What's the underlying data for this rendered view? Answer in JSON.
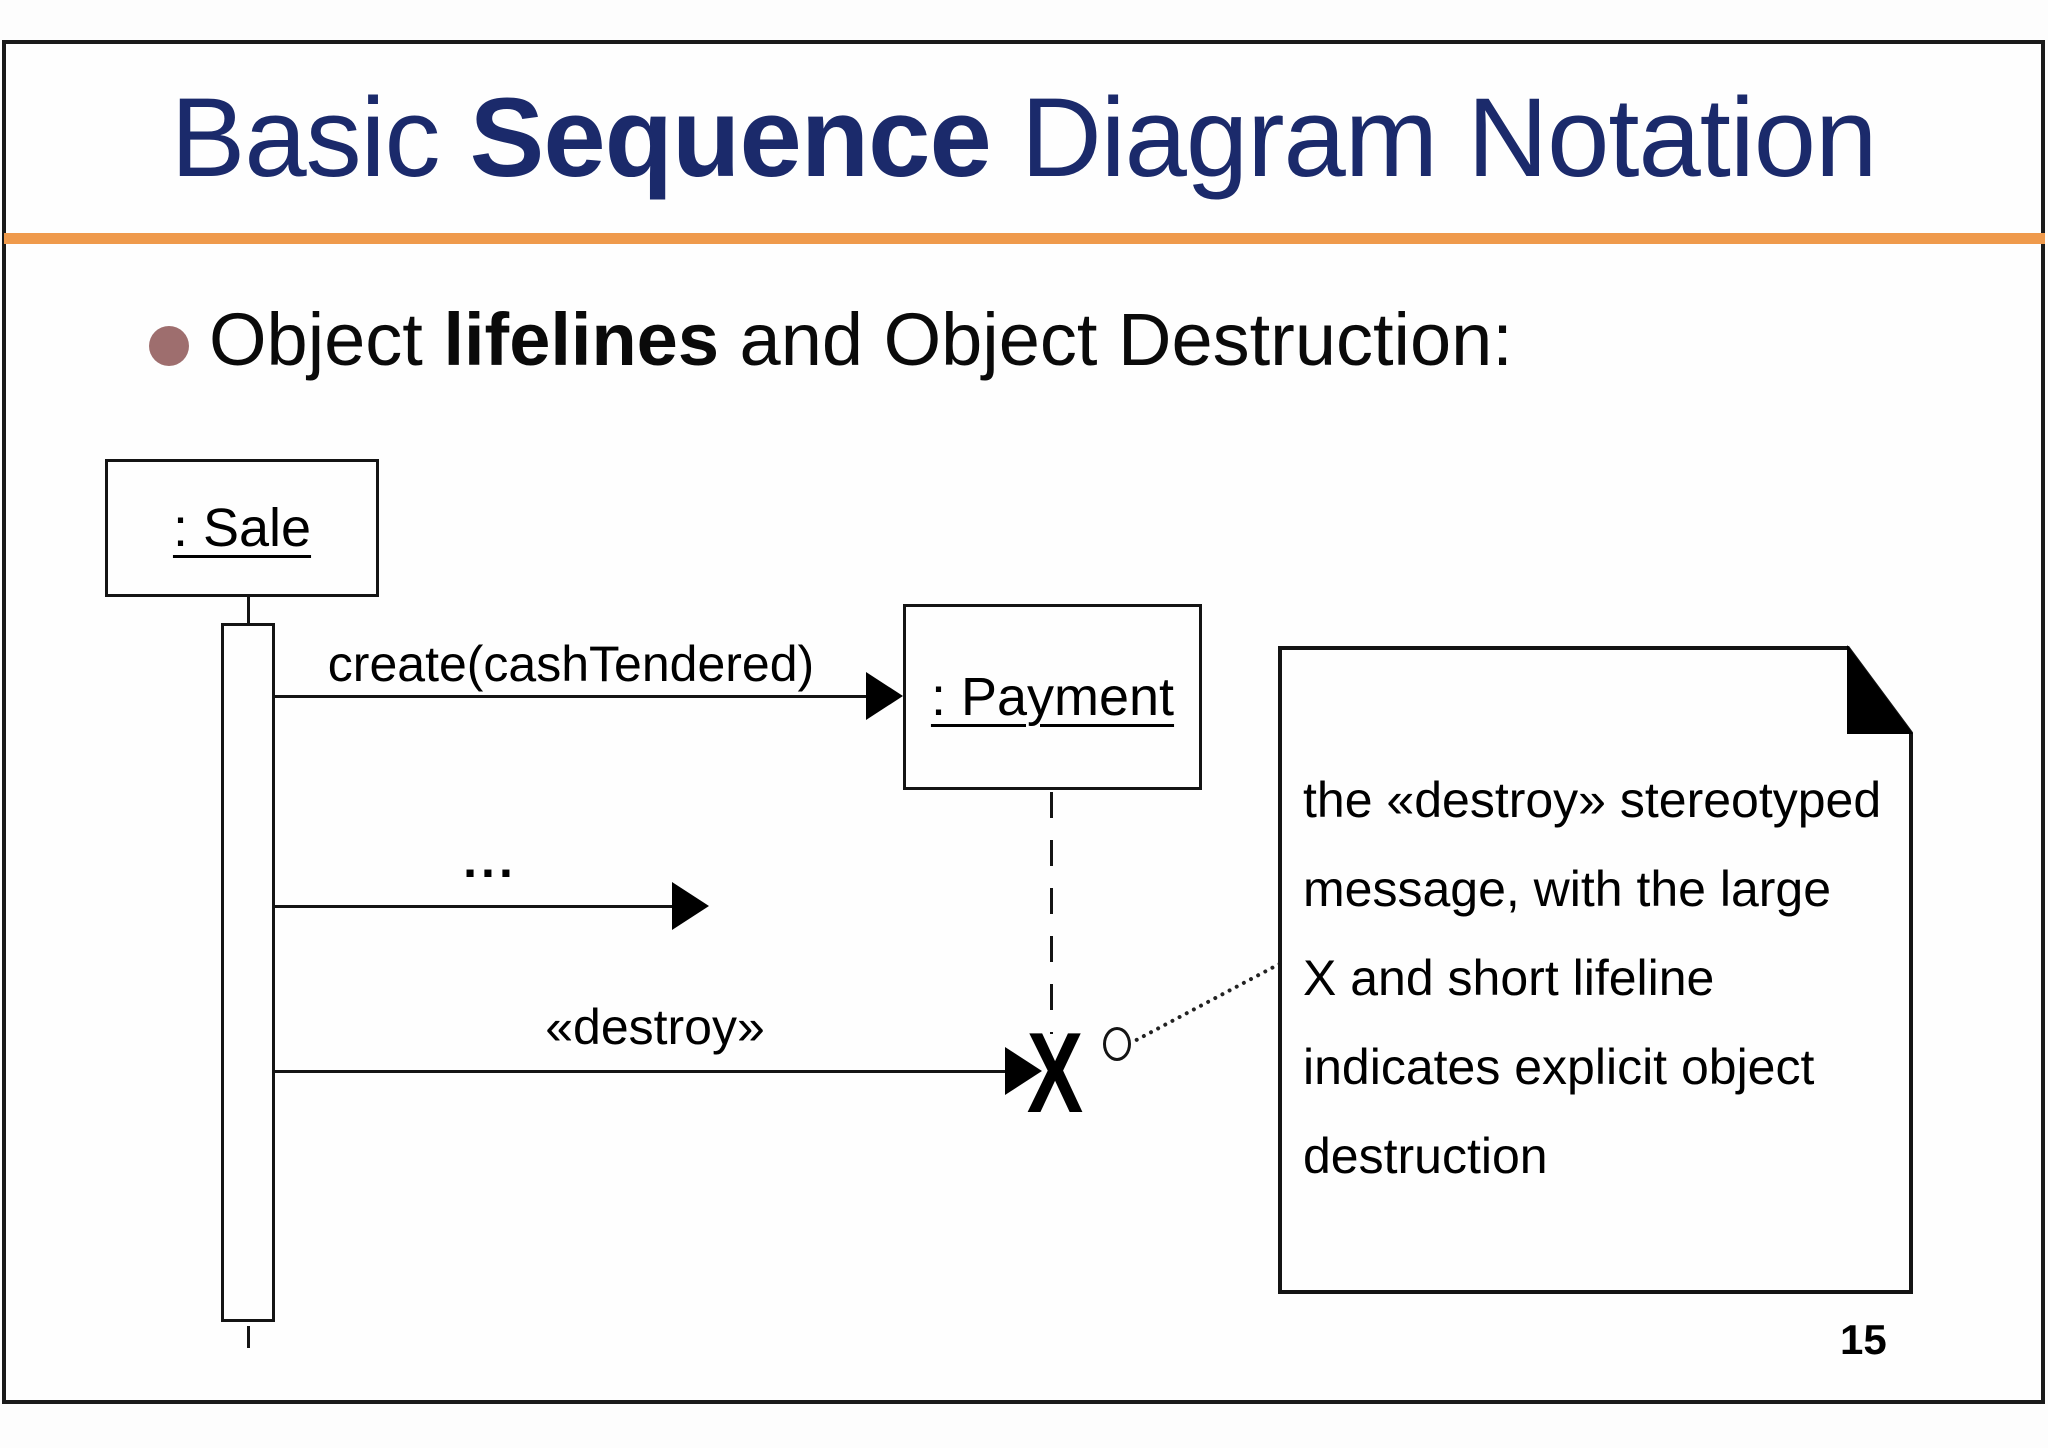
{
  "slide": {
    "title": {
      "part1": "Basic ",
      "part2": "Sequence",
      "part3": " Diagram Notation"
    },
    "bullet": {
      "part1": "Object ",
      "part2": "lifelines",
      "part3": " and Object Destruction:"
    },
    "page_number": "15",
    "colors": {
      "title_text": "#1b2a6b",
      "accent_rule": "#ef9a4c",
      "bullet_dot": "#9e6e6e",
      "diagram_lines": "#141414",
      "background": "#fefefe"
    }
  },
  "diagram": {
    "sale_object_label": ": Sale",
    "payment_object_label": ": Payment",
    "create_message_label": "create(cashTendered)",
    "ellipsis_message_label": "...",
    "destroy_message_label": "«destroy»",
    "destruction_mark": "X",
    "note_text": "the «destroy» stereotyped\nmessage, with the large\nX and short lifeline\nindicates explicit object\ndestruction"
  }
}
